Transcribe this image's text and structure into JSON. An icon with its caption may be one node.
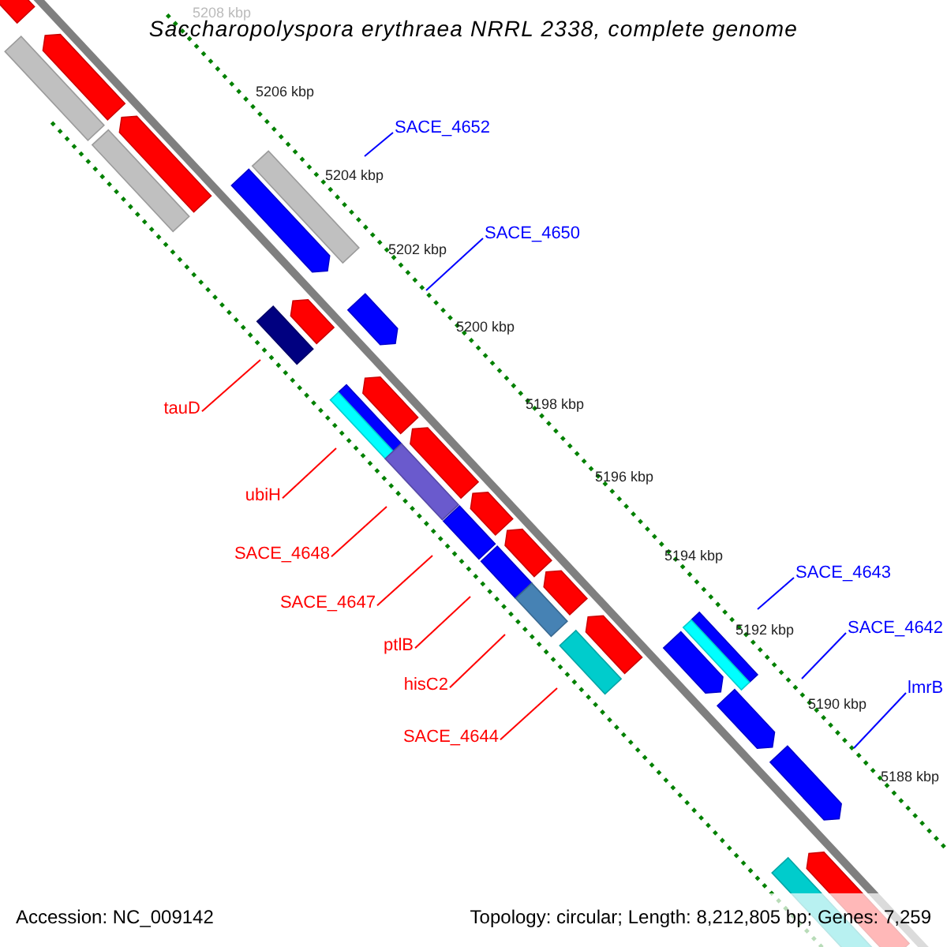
{
  "diagram": {
    "title": "Saccharopolyspora erythraea NRRL 2338, complete genome",
    "nodes": [
      {
        "text": [
          "SACE_4652"
        ]
      },
      {
        "text": [
          "SACE_4650"
        ]
      },
      {
        "text": [
          "tauD"
        ]
      },
      {
        "text": [
          "ubiH"
        ]
      },
      {
        "text": [
          "SACE_4648"
        ]
      },
      {
        "text": [
          "SACE_4643"
        ]
      },
      {
        "text": [
          "SACE_4647"
        ]
      },
      {
        "text": [
          "SACE_4642"
        ]
      },
      {
        "text": [
          "ptlB"
        ]
      },
      {
        "text": [
          "hisC2"
        ]
      },
      {
        "text": [
          "lmrB"
        ]
      },
      {
        "text": [
          "SACE_4644"
        ]
      }
    ],
    "edges": [
      {
        "from": 0,
        "to": null,
        "arrow": "none",
        "color": "#0000ff"
      },
      {
        "from": 1,
        "to": null,
        "arrow": "none",
        "color": "#0000ff"
      },
      {
        "from": 2,
        "to": null,
        "arrow": "none"
      },
      {
        "from": 3,
        "to": null,
        "arrow": "none"
      },
      {
        "from": 4,
        "to": null,
        "arrow": "none"
      },
      {
        "from": 5,
        "to": null,
        "arrow": "none",
        "color": "#0000ff"
      },
      {
        "from": 6,
        "to": null,
        "arrow": "none"
      },
      {
        "from": 7,
        "to": null,
        "arrow": "none",
        "color": "#0000ff"
      },
      {
        "from": 8,
        "to": null,
        "arrow": "none"
      },
      {
        "from": 9,
        "to": null,
        "arrow": "none"
      },
      {
        "from": 10,
        "to": null,
        "arrow": "none",
        "color": "#0000ff"
      },
      {
        "from": 11,
        "to": null,
        "arrow": "none"
      }
    ],
    "labels": [
      "5208 kbp",
      "5206 kbp",
      "5204 kbp",
      "5202 kbp",
      "5200 kbp",
      "5198 kbp",
      "5196 kbp",
      "5194 kbp",
      "5192 kbp",
      "5190 kbp",
      "5188 kbp",
      "Accession: NC_009142",
      "Topology: circular; Length: 8,212,805 bp; Genes: 7,259"
    ]
  }
}
